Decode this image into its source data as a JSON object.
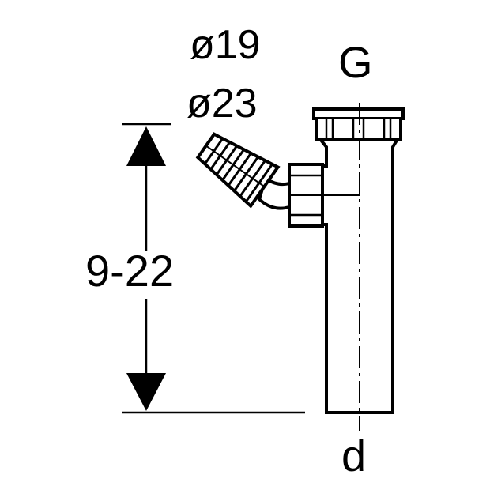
{
  "labels": {
    "diameter_small": "ø19",
    "diameter_large": "ø23",
    "thread": "G",
    "height_range": "9-22",
    "outlet": "d"
  },
  "colors": {
    "line": "#000000",
    "background": "#ffffff"
  }
}
